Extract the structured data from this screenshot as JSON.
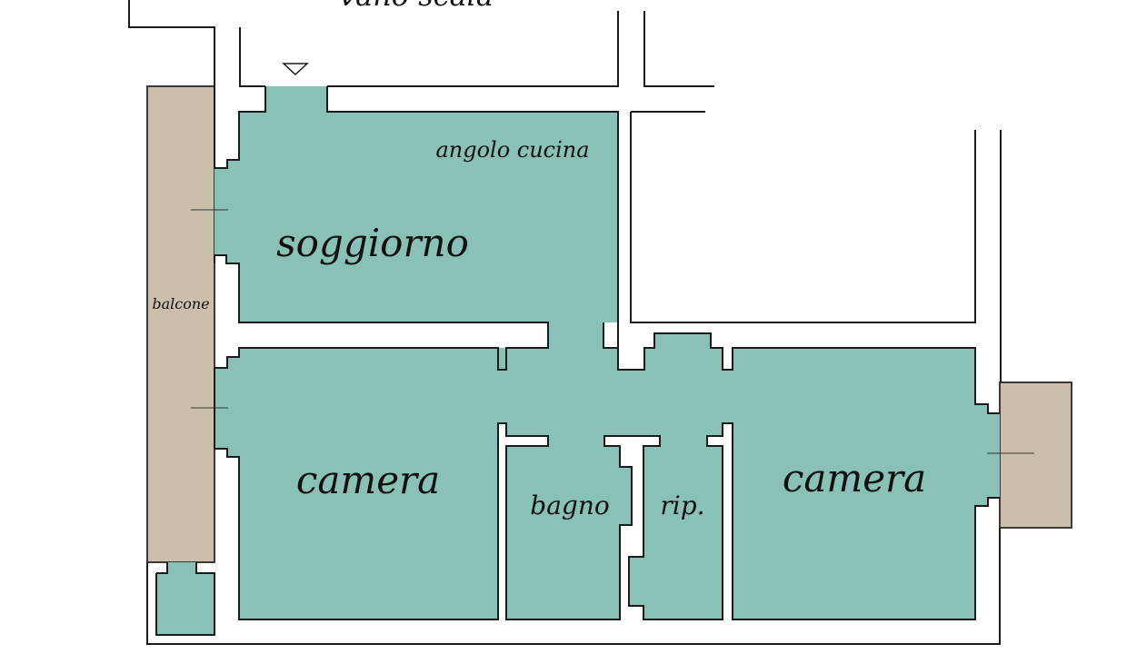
{
  "floorplan": {
    "rooms": {
      "stair_landing": "vano scala",
      "kitchen_corner": "angolo cucina",
      "living": "soggiorno",
      "balcony": "balcone",
      "bedroom_left": "camera",
      "bathroom": "bagno",
      "storage": "rip.",
      "bedroom_right": "camera"
    },
    "colors": {
      "room_fill": "#8ac1b7",
      "balcony_fill": "#cbbfac",
      "wall": "#1b1b1b",
      "background": "#ffffff"
    }
  }
}
